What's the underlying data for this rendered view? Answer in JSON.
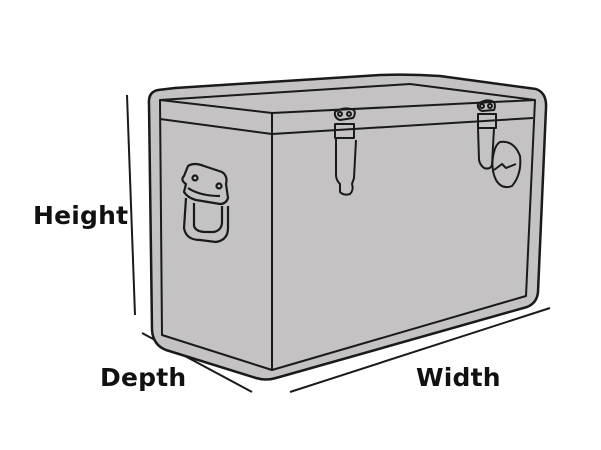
{
  "diagram": {
    "subject": "trunk / storage chest outline drawing",
    "labels": {
      "height": "Height",
      "depth": "Depth",
      "width": "Width"
    },
    "colors": {
      "background": "#ffffff",
      "cover_fill": "#c4c2c3",
      "stroke": "#1a1a1a",
      "text": "#111111"
    }
  }
}
